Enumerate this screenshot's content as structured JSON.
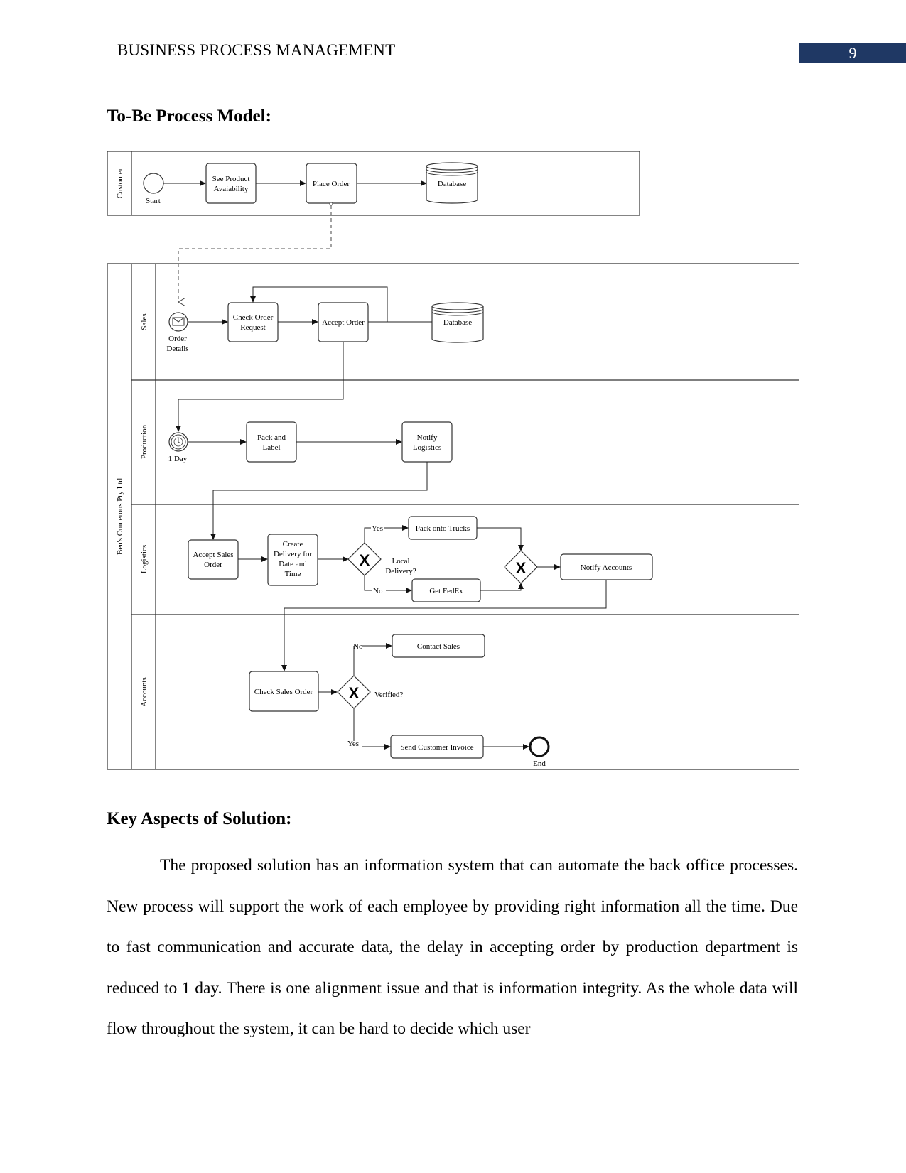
{
  "header": {
    "running_head": "BUSINESS PROCESS MANAGEMENT",
    "page_number": "9"
  },
  "sections": {
    "model_heading": "To-Be Process Model:",
    "key_heading": "Key Aspects of Solution:",
    "paragraph": "The proposed solution has an information system that can automate the back office processes. New process will support the work of each employee by providing right information all the time. Due to fast communication and accurate data, the delay in accepting order by production department is reduced to 1 day. There is one alignment issue and that is information integrity. As the whole data will flow throughout the system, it can be hard to decide which user"
  },
  "diagram": {
    "pools": {
      "customer": "Customer",
      "company": "Ben's Omnerons Pty Ltd"
    },
    "lanes": {
      "sales": "Sales",
      "production": "Production",
      "logistics": "Logistics",
      "accounts": "Accounts"
    },
    "events": {
      "start": "Start",
      "order_details_1": "Order",
      "order_details_2": "Details",
      "timer": "1 Day",
      "end": "End"
    },
    "tasks": {
      "see_product_1": "See Product",
      "see_product_2": "Avaiability",
      "place_order": "Place Order",
      "db_customer": "Database",
      "check_order_1": "Check Order",
      "check_order_2": "Request",
      "accept_order": "Accept Order",
      "db_sales": "Database",
      "pack_label_1": "Pack and",
      "pack_label_2": "Label",
      "notify_logistics_1": "Notify",
      "notify_logistics_2": "Logistics",
      "accept_sales_1": "Accept Sales",
      "accept_sales_2": "Order",
      "create_delivery_1": "Create",
      "create_delivery_2": "Delivery for",
      "create_delivery_3": "Date and",
      "create_delivery_4": "Time",
      "pack_trucks": "Pack onto Trucks",
      "get_fedex": "Get FedEx",
      "notify_accounts": "Notify Accounts",
      "check_sales": "Check Sales Order",
      "contact_sales": "Contact Sales",
      "send_invoice": "Send Customer Invoice"
    },
    "gateways": {
      "local_1": "Local",
      "local_2": "Delivery?",
      "verified": "Verified?",
      "marker": "X"
    },
    "flow_labels": {
      "yes_1": "Yes",
      "no_1": "No",
      "no_2": "No",
      "yes_2": "Yes"
    }
  }
}
